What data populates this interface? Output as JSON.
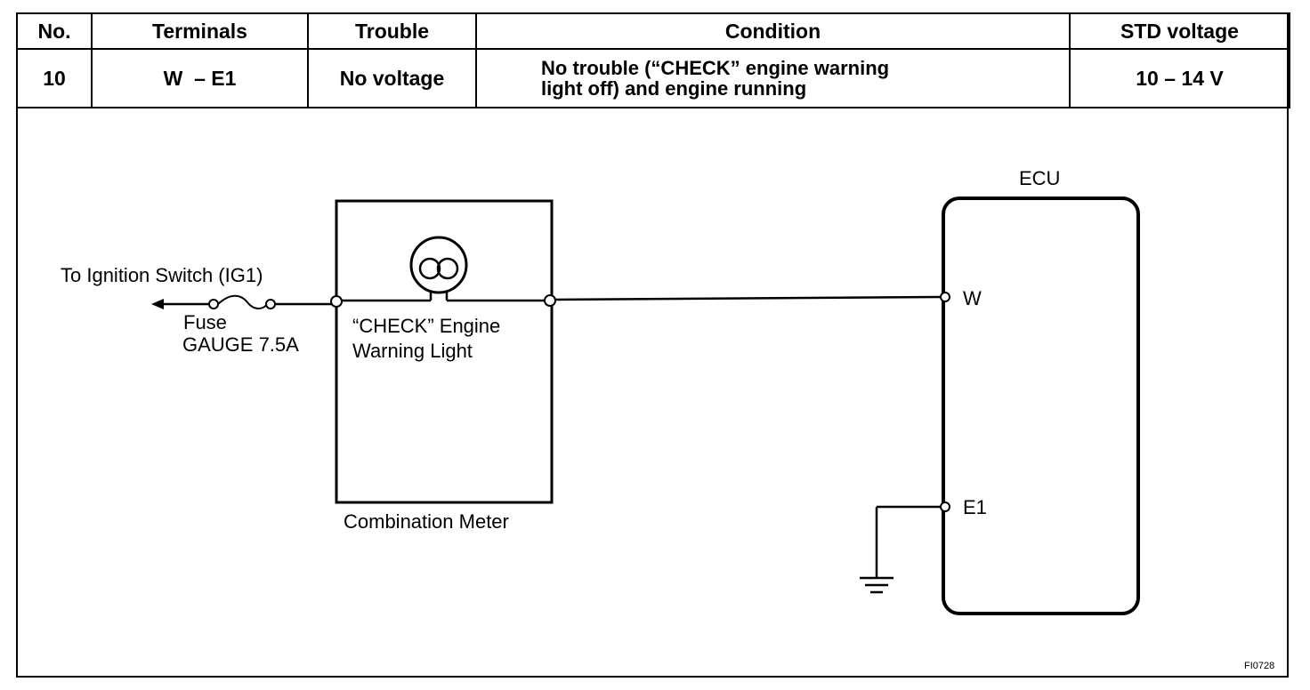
{
  "table": {
    "headers": [
      "No.",
      "Terminals",
      "Trouble",
      "Condition",
      "STD voltage"
    ],
    "row": {
      "no": "10",
      "terminals": "W  – E1",
      "trouble": "No voltage",
      "condition_line1": "No trouble (“CHECK” engine warning",
      "condition_line2": "light off) and engine running",
      "std_voltage": "10 – 14 V"
    }
  },
  "diagram": {
    "ignition_label": "To Ignition Switch (IG1)",
    "fuse_label_1": "Fuse",
    "fuse_label_2": "GAUGE 7.5A",
    "warning_light_label_1": "“CHECK” Engine",
    "warning_light_label_2": "Warning Light",
    "meter_label": "Combination Meter",
    "ecu_label": "ECU",
    "terminal_w": "W",
    "terminal_e1": "E1",
    "figure_code": "FI0728"
  }
}
